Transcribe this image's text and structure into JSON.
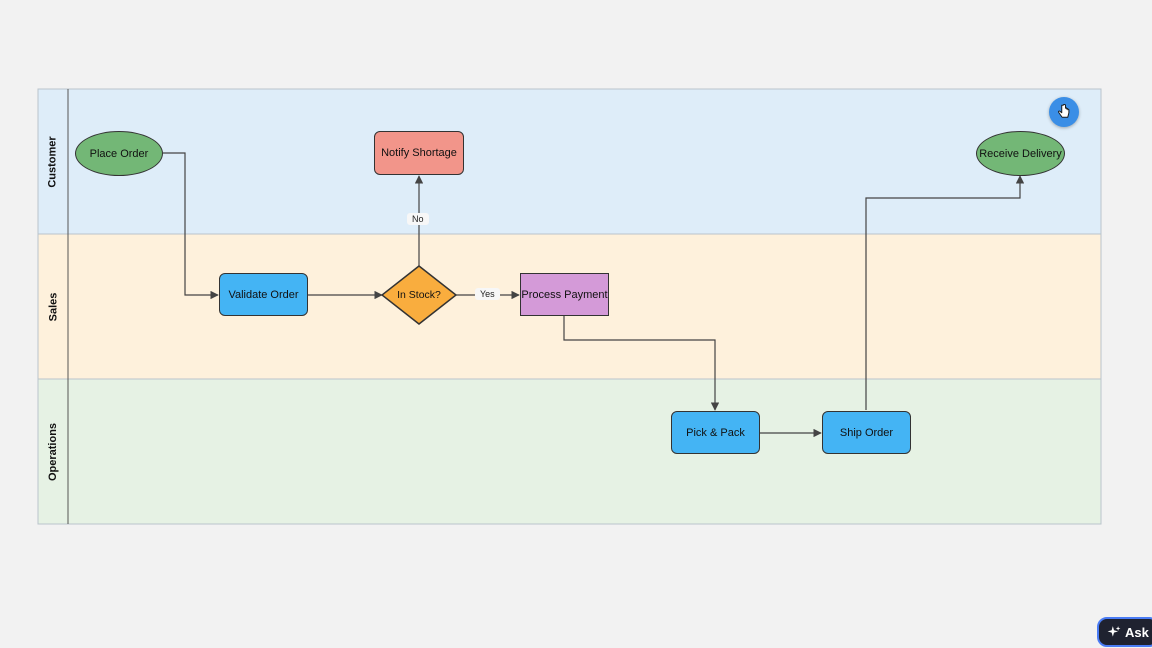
{
  "lanes": [
    {
      "label": "Customer",
      "color": "#deedf9"
    },
    {
      "label": "Sales",
      "color": "#fef1dc"
    },
    {
      "label": "Operations",
      "color": "#e6f2e4"
    }
  ],
  "nodes": {
    "place_order": {
      "label": "Place Order",
      "shape": "ellipse",
      "color": "#73b776"
    },
    "notify_shortage": {
      "label": "Notify Shortage",
      "shape": "rounded-rect",
      "color": "#f2958a"
    },
    "receive_delivery": {
      "label": "Receive Delivery",
      "shape": "ellipse",
      "color": "#73b776"
    },
    "validate_order": {
      "label": "Validate Order",
      "shape": "rounded-rect",
      "color": "#44b4f4"
    },
    "in_stock": {
      "label": "In Stock?",
      "shape": "diamond",
      "color": "#f9ad3e"
    },
    "process_payment": {
      "label": "Process Payment",
      "shape": "rect",
      "color": "#d49ad8"
    },
    "pick_pack": {
      "label": "Pick & Pack",
      "shape": "rounded-rect",
      "color": "#44b4f4"
    },
    "ship_order": {
      "label": "Ship Order",
      "shape": "rounded-rect",
      "color": "#44b4f4"
    }
  },
  "edges": [
    {
      "from": "Place Order",
      "to": "Validate Order",
      "label": ""
    },
    {
      "from": "Validate Order",
      "to": "In Stock?",
      "label": ""
    },
    {
      "from": "In Stock?",
      "to": "Notify Shortage",
      "label": "No"
    },
    {
      "from": "In Stock?",
      "to": "Process Payment",
      "label": "Yes"
    },
    {
      "from": "Process Payment",
      "to": "Pick & Pack",
      "label": ""
    },
    {
      "from": "Pick & Pack",
      "to": "Ship Order",
      "label": ""
    },
    {
      "from": "Ship Order",
      "to": "Receive Delivery",
      "label": ""
    }
  ],
  "edge_labels": {
    "no": "No",
    "yes": "Yes"
  },
  "toolbar": {
    "ask_label": "Ask",
    "cursor_icon": "hand-pointer-icon",
    "ask_icon": "sparkle-icon"
  }
}
